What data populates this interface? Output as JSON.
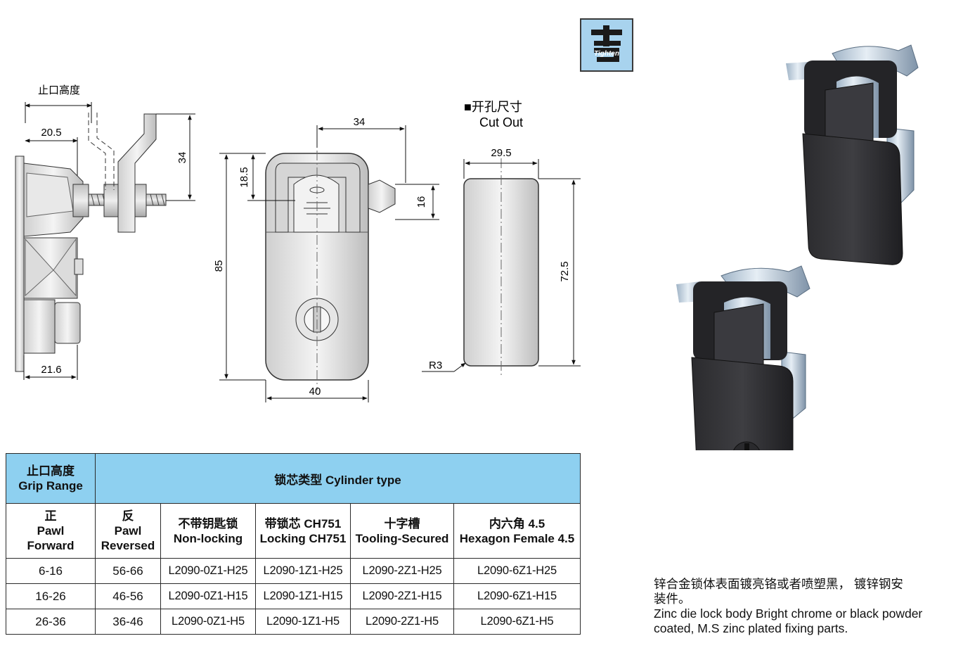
{
  "logo": {
    "text": "Tighten",
    "icon": "tighten-logo-icon"
  },
  "drawing": {
    "side_view": {
      "label_grip": "止口高度",
      "dim_top": "20.5",
      "dim_bottom": "21.6",
      "dim_height": "34"
    },
    "front_view": {
      "dim_width_top": "34",
      "dim_upper": "18.5",
      "dim_total": "85",
      "dim_side": "16",
      "dim_width_bottom": "40"
    },
    "cutout": {
      "title_cn": "■开孔尺寸",
      "title_en": "Cut Out",
      "dim_width": "29.5",
      "dim_height": "72.5",
      "dim_radius": "R3"
    }
  },
  "table": {
    "grip_header_cn": "止口高度",
    "grip_header_en": "Grip Range",
    "cylinder_header": "锁芯类型 Cylinder type",
    "subheaders": [
      {
        "cn": "正",
        "en1": "Pawl",
        "en2": "Forward"
      },
      {
        "cn": "反",
        "en1": "Pawl",
        "en2": "Reversed"
      },
      {
        "cn": "不带钥匙锁",
        "en1": "Non-locking",
        "en2": ""
      },
      {
        "cn": "带锁芯 CH751",
        "en1": "Locking CH751",
        "en2": ""
      },
      {
        "cn": "十字槽",
        "en1": "Tooling-Secured",
        "en2": ""
      },
      {
        "cn": "内六角 4.5",
        "en1": "Hexagon Female 4.5",
        "en2": ""
      }
    ],
    "rows": [
      [
        "6-16",
        "56-66",
        "L2090-0Z1-H25",
        "L2090-1Z1-H25",
        "L2090-2Z1-H25",
        "L2090-6Z1-H25"
      ],
      [
        "16-26",
        "46-56",
        "L2090-0Z1-H15",
        "L2090-1Z1-H15",
        "L2090-2Z1-H15",
        "L2090-6Z1-H15"
      ],
      [
        "26-36",
        "36-46",
        "L2090-0Z1-H5",
        "L2090-1Z1-H5",
        "L2090-2Z1-H5",
        "L2090-6Z1-H5"
      ]
    ]
  },
  "note": {
    "cn_line1": "锌合金锁体表面镀亮铬或者喷塑黑，  镀锌钢安",
    "cn_line2": "装件。",
    "en_line1": "Zinc die lock body Bright chrome or black powder",
    "en_line2": "coated, M.S zinc plated fixing parts."
  }
}
